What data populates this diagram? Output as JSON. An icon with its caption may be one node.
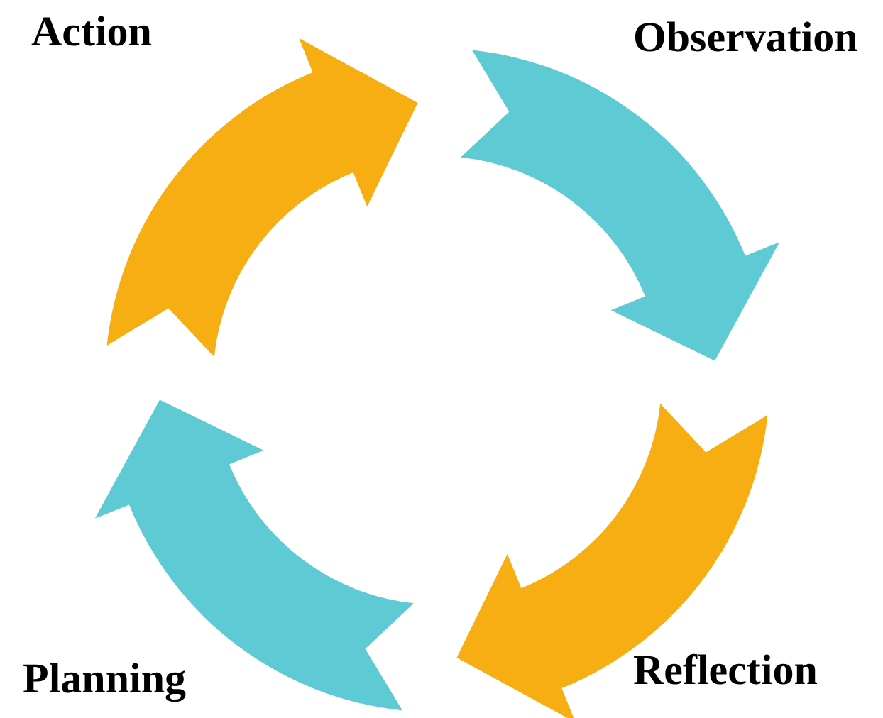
{
  "diagram": {
    "nodes": [
      {
        "text": [],
        "shape": "arrow",
        "beside": [
          "Action"
        ]
      },
      {
        "text": [],
        "shape": "arrow",
        "beside": [
          "Observation"
        ]
      },
      {
        "text": [],
        "shape": "arrow",
        "beside": [
          "Planning"
        ]
      },
      {
        "text": [],
        "shape": "arrow",
        "beside": [
          "Reflection"
        ]
      }
    ]
  }
}
